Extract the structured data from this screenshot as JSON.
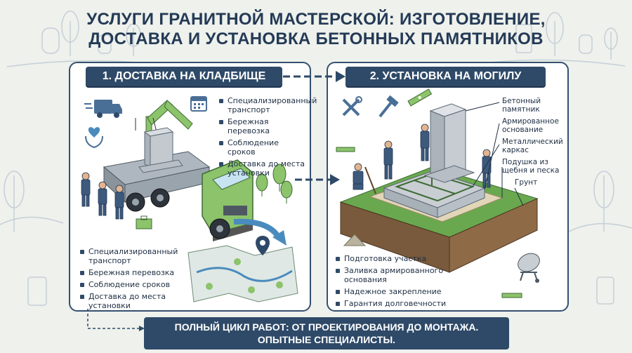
{
  "title": {
    "line1": "УСЛУГИ ГРАНИТНОЙ МАСТЕРСКОЙ: ИЗГОТОВЛЕНИЕ,",
    "line2": "ДОСТАВКА И УСТАНОВКА БЕТОННЫХ ПАМЯТНИКОВ"
  },
  "panel1": {
    "heading": "1. ДОСТАВКА НА КЛАДБИЩЕ",
    "top_list": [
      "Специализированный транспорт",
      "Бережная перевозка",
      "Соблюдение сроков",
      "Доставка до места установки"
    ],
    "bottom_list": [
      "Специализированный транспорт",
      "Бережная перевозка",
      "Соблюдение сроков",
      "Доставка до места установки"
    ]
  },
  "panel2": {
    "heading": "2. УСТАНОВКА НА МОГИЛУ",
    "callouts": [
      "Бетонный памятник",
      "Армированное основание",
      "Металлический каркас",
      "Подушка из щебня и песка",
      "Грунт"
    ],
    "list": [
      "Подготовка участка",
      "Заливка армированного основания",
      "Надежное закрепление",
      "Гарантия долговечности"
    ]
  },
  "banner": {
    "line1": "ПОЛНЫЙ ЦИКЛ РАБОТ: ОТ ПРОЕКТИРОВАНИЯ ДО МОНТАЖА.",
    "line2": "ОПЫТНЫЕ СПЕЦИАЛИСТЫ."
  },
  "colors": {
    "navy": "#2f4a68",
    "truck_green": "#8cc36b",
    "grass": "#6aa84f",
    "concrete": "#c9ced3"
  },
  "icons": [
    "delivery-van-icon",
    "calendar-icon",
    "heart-hands-icon",
    "toolbox-icon",
    "map-pin-icon",
    "hammer-icon",
    "wrench-icon",
    "level-icon",
    "concrete-mixer-icon"
  ]
}
